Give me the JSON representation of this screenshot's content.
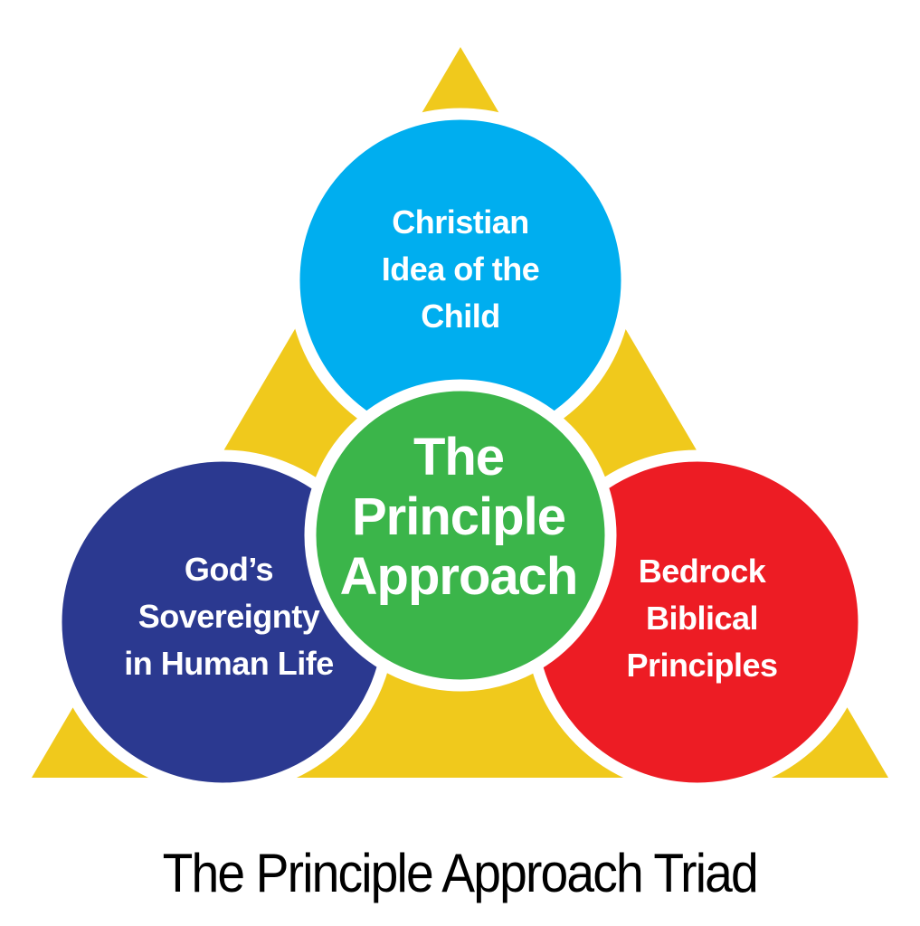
{
  "diagram": {
    "colors": {
      "triangle": "#f0c91c",
      "top_circle": "#00aeef",
      "center_circle": "#3bb54a",
      "left_circle": "#2b3990",
      "right_circle": "#ed1c24",
      "label_text": "#ffffff",
      "caption_text": "#000000"
    },
    "center": {
      "lines": [
        "The",
        "Principle",
        "Approach"
      ]
    },
    "top": {
      "lines": [
        "Christian",
        "Idea of the",
        "Child"
      ]
    },
    "left": {
      "lines": [
        "God’s",
        "Sovereignty",
        "in Human Life"
      ]
    },
    "right": {
      "lines": [
        "Bedrock",
        "Biblical",
        "Principles"
      ]
    },
    "caption": "The Principle Approach Triad"
  }
}
